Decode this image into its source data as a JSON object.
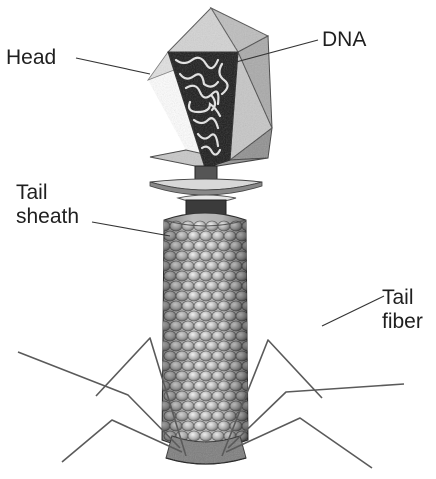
{
  "labels": {
    "head": "Head",
    "dna": "DNA",
    "tail_sheath": "Tail\nsheath",
    "tail_fiber": "Tail\nfiber"
  }
}
